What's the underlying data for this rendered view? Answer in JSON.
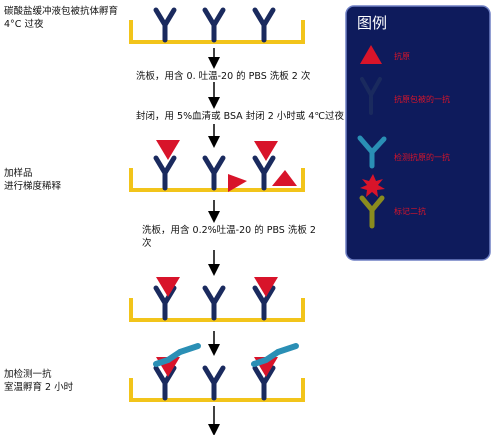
{
  "steps": {
    "s1": "碳酸盐缓冲液包被抗体孵育",
    "s1b": "4°C 过夜",
    "wash1": "洗板，用含 0.  吐温-20 的 PBS 洗板 2 次",
    "block": "封闭，用 5%血清或 BSA 封闭 2 小时或 4℃过夜",
    "s2": "加样品",
    "s2b": "进行梯度稀释",
    "wash2": "洗板，用含 0.2%吐温-20 的 PBS 洗板 2",
    "wash2b": "次",
    "s3": "加检测一抗",
    "s3b": "室温孵育 2 小时"
  },
  "legend": {
    "title": "图例",
    "items": [
      "抗原",
      "抗原包被的一抗",
      "检测抗原的一抗",
      "标记二抗"
    ]
  },
  "colors": {
    "well": "#f2c41a",
    "capture_antibody": "#1a2a5e",
    "antigen": "#d8142a",
    "detection_antibody": "#2a8fb5",
    "secondary_antibody": "#8a8c1e",
    "legend_bg": "#0e1b5c",
    "legend_border": "#6e7fc4"
  }
}
